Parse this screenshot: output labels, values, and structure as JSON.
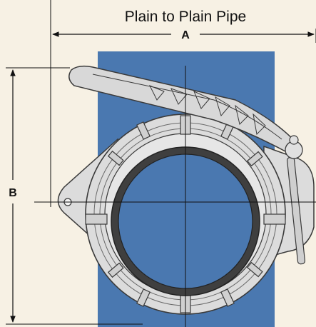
{
  "title": "Plain to Plain Pipe",
  "dimensions": {
    "width_label": "A",
    "height_label": "B"
  },
  "colors": {
    "background": "#f7f1e4",
    "pipe": "#4a78b0",
    "coupling_body": "#dcdcdc",
    "coupling_outline": "#3a3a3a",
    "gasket": "#444444",
    "line": "#111111"
  }
}
